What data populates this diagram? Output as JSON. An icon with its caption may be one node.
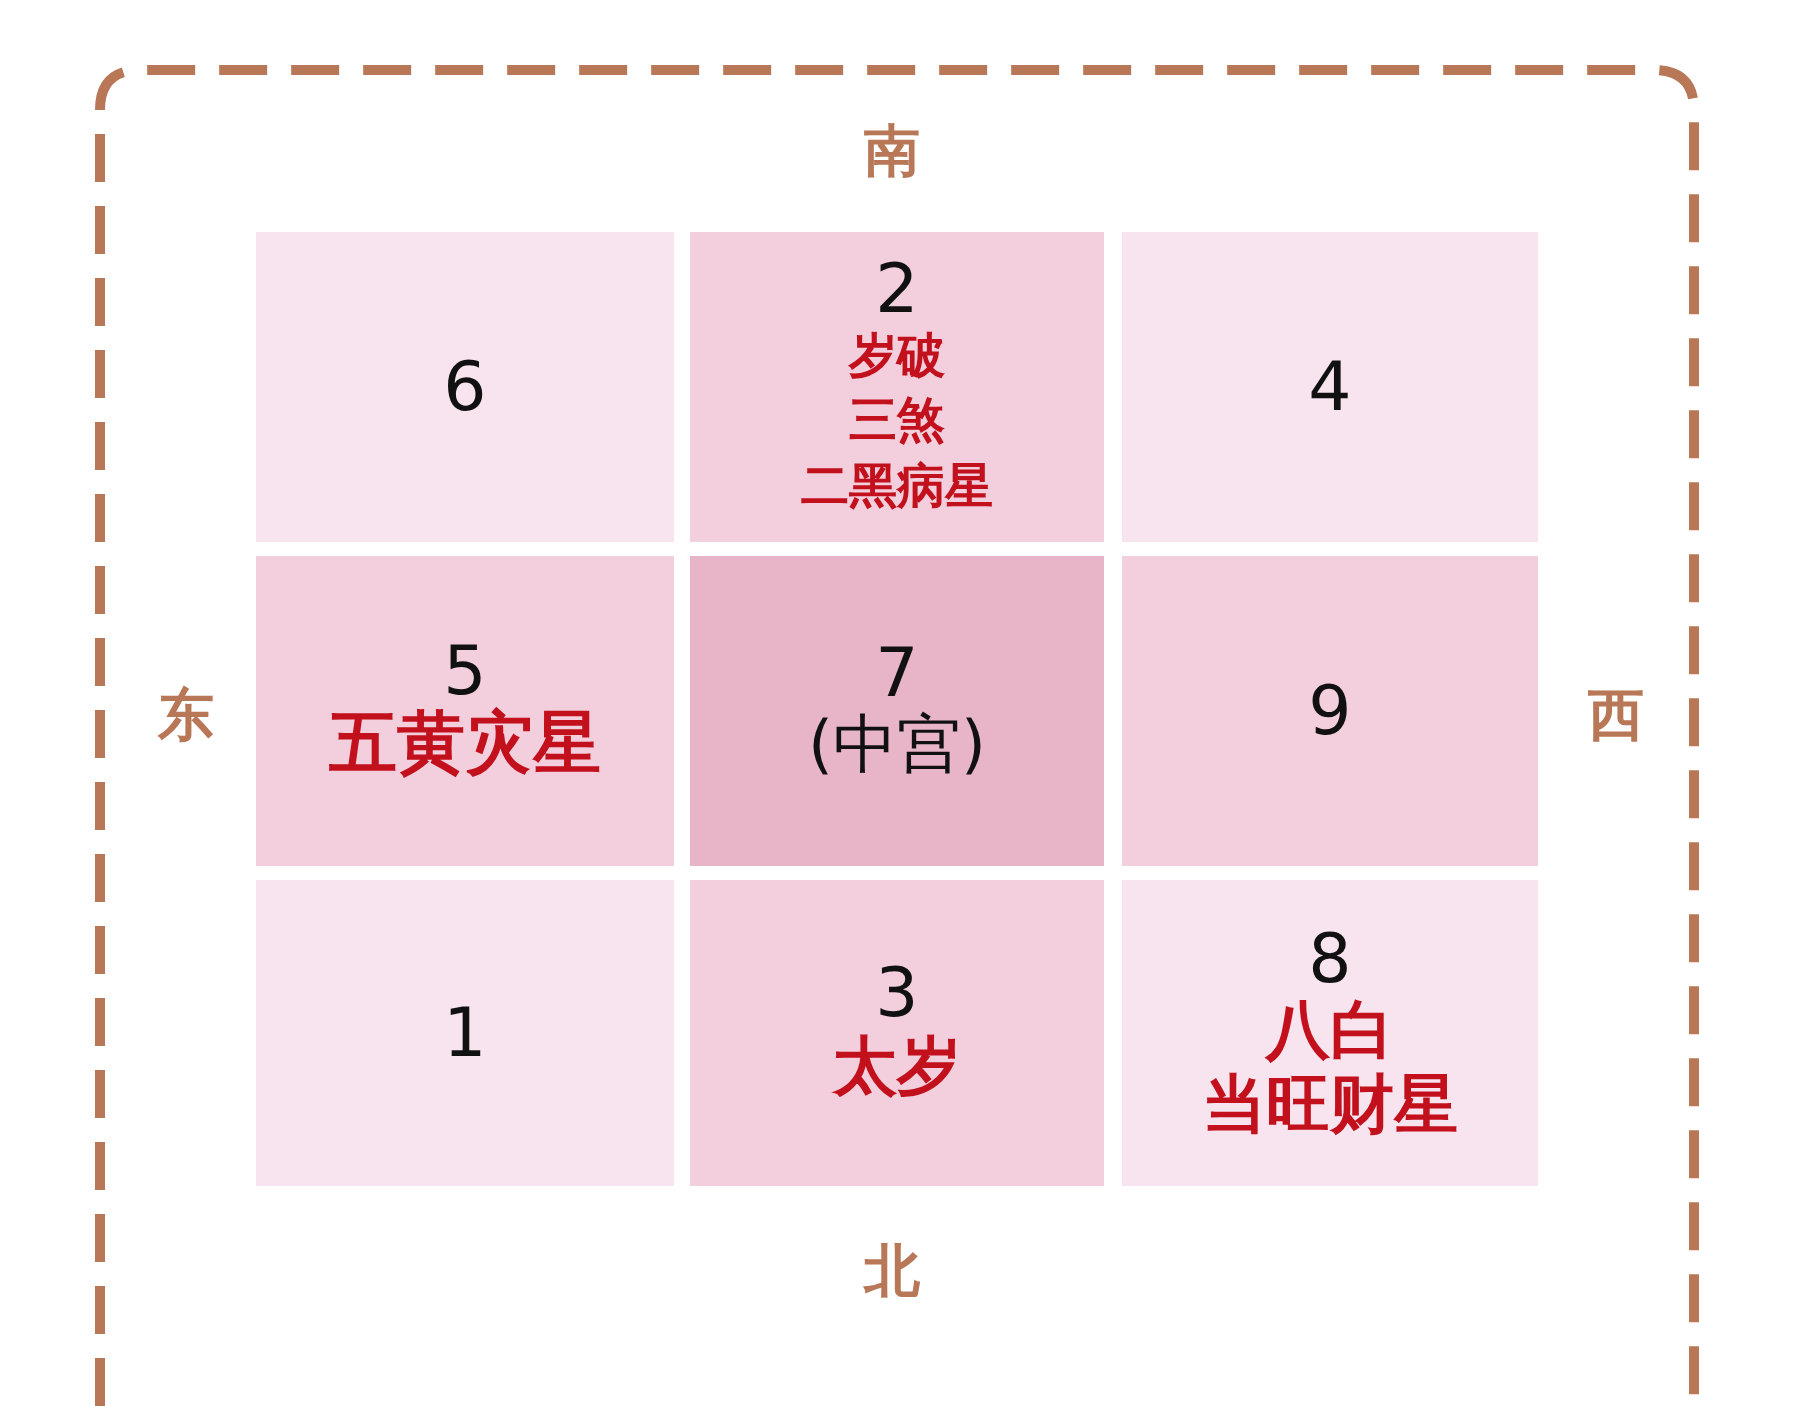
{
  "diagram": {
    "nodes": [
      {
        "text": [],
        "shape": "box"
      },
      {
        "text": [
          "6"
        ],
        "in": 0
      },
      {
        "text": [
          "2",
          "岁破",
          "三煞",
          "二黑病星"
        ],
        "in": 0
      },
      {
        "text": [
          "4"
        ],
        "in": 0
      },
      {
        "text": [
          "5",
          "五黄灾星"
        ],
        "in": 0
      },
      {
        "text": [
          "7",
          "(中宫)"
        ],
        "in": 0
      },
      {
        "text": [
          "9"
        ],
        "in": 0
      },
      {
        "text": [
          "1"
        ],
        "in": 0
      },
      {
        "text": [
          "3",
          "太岁"
        ],
        "in": 0
      },
      {
        "text": [
          "8",
          "八白",
          "当旺财星"
        ],
        "in": 0
      }
    ],
    "labels": [
      "南",
      "东",
      "西",
      "北"
    ]
  }
}
